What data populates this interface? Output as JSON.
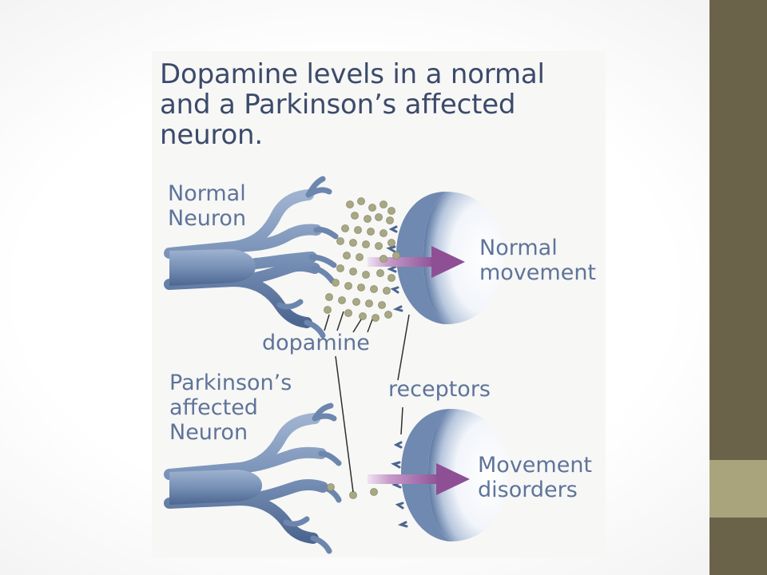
{
  "slide": {
    "accent_dark": "#6b6349",
    "accent_light": "#a9a47c"
  },
  "figure": {
    "title": "Dopamine levels in a normal and a Parkinson’s affected neuron.",
    "labels": {
      "normal_neuron": "Normal\nNeuron",
      "parkinsons_neuron": "Parkinson’s\naffected\nNeuron",
      "normal_movement": "Normal\nmovement",
      "movement_disorders": "Movement\ndisorders",
      "dopamine": "dopamine",
      "receptors": "receptors"
    },
    "colors": {
      "neuron": "#7f97bb",
      "neuron_dark": "#4c6690",
      "dopamine": "#a8a886",
      "arrow": "#8e4f95",
      "text": "#5e7499"
    },
    "icons": {
      "normal_axon": "axon-terminal-icon",
      "pd_axon": "axon-terminal-icon",
      "normal_receptor": "receptor-cell-icon",
      "pd_receptor": "receptor-cell-icon",
      "arrows": "arrow-right-icon"
    }
  }
}
